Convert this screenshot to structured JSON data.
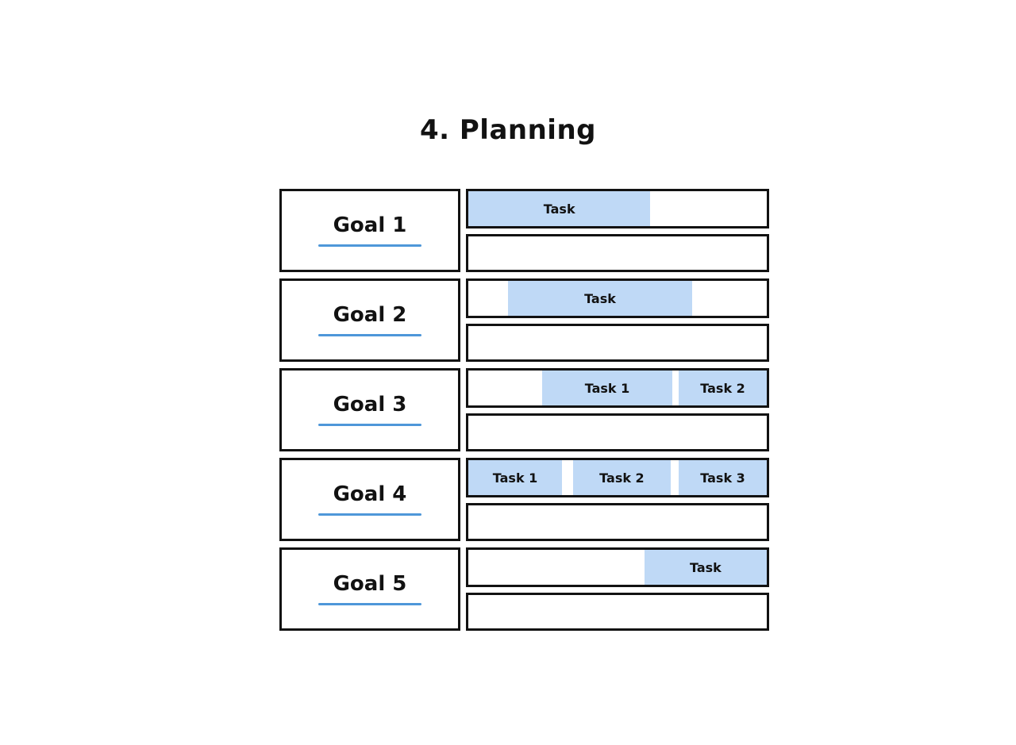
{
  "title": "4. Planning",
  "colors": {
    "task_fill": "#BFD9F6",
    "underline": "#4E97D9",
    "border": "#121212",
    "text": "#121212"
  },
  "rows": [
    {
      "goal": "Goal 1",
      "tasks": [
        {
          "label": "Task",
          "start_pct": 0,
          "end_pct": 61
        }
      ]
    },
    {
      "goal": "Goal 2",
      "tasks": [
        {
          "label": "Task",
          "start_pct": 13.3,
          "end_pct": 75
        }
      ]
    },
    {
      "goal": "Goal 3",
      "tasks": [
        {
          "label": "Task 1",
          "start_pct": 24.7,
          "end_pct": 68.4
        },
        {
          "label": "Task 2",
          "start_pct": 70.5,
          "end_pct": 100
        }
      ]
    },
    {
      "goal": "Goal 4",
      "tasks": [
        {
          "label": "Task 1",
          "start_pct": 0,
          "end_pct": 31.4
        },
        {
          "label": "Task 2",
          "start_pct": 35.1,
          "end_pct": 67.8
        },
        {
          "label": "Task 3",
          "start_pct": 70.5,
          "end_pct": 100
        }
      ]
    },
    {
      "goal": "Goal 5",
      "tasks": [
        {
          "label": "Task",
          "start_pct": 59,
          "end_pct": 100
        }
      ]
    }
  ]
}
